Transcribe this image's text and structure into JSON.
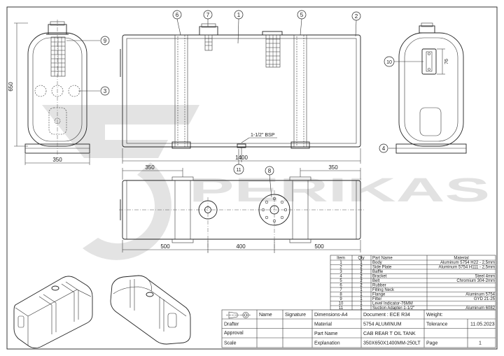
{
  "watermark": {
    "brand": "PERIKAS"
  },
  "balloons": [
    "1",
    "2",
    "3",
    "4",
    "5",
    "6",
    "7",
    "8",
    "9",
    "10",
    "11"
  ],
  "dimensions": {
    "front_height": "650",
    "front_width": "350",
    "side_length": "1400",
    "side_bsp": "1-1/2\" BSP",
    "indicator_height": "76",
    "top_left_offset": "350",
    "top_right_offset": "350",
    "top_left_end": "500",
    "top_center": "400",
    "top_right_end": "500"
  },
  "parts_table": {
    "headers": {
      "item": "Item",
      "qty": "Qty",
      "part_name": "Part Name",
      "material": "Material"
    },
    "rows": [
      {
        "item": "1",
        "qty": "1",
        "part": "Body",
        "material": "Aluminum 5754 H22 - 2,5mm"
      },
      {
        "item": "2",
        "qty": "2",
        "part": "Side Plate",
        "material": "Aluminum 5754 H111 - 2,5mm"
      },
      {
        "item": "3",
        "qty": "2",
        "part": "Baffle",
        "material": ""
      },
      {
        "item": "4",
        "qty": "2",
        "part": "Bracket",
        "material": "Steel 4mm"
      },
      {
        "item": "5",
        "qty": "2",
        "part": "Belt",
        "material": "Chromium 304-2mm"
      },
      {
        "item": "6",
        "qty": "2",
        "part": "Rubber",
        "material": ""
      },
      {
        "item": "7",
        "qty": "1",
        "part": "Filling Neck",
        "material": ""
      },
      {
        "item": "8",
        "qty": "1",
        "part": "Flange",
        "material": "Aluminum 5754"
      },
      {
        "item": "9",
        "qty": "1",
        "part": "Filter",
        "material": "GYD 21-25"
      },
      {
        "item": "10",
        "qty": "1",
        "part": "Level Indicator-76MM",
        "material": ""
      },
      {
        "item": "11",
        "qty": "1",
        "part": "Suction Adapter-1-1/2\"",
        "material": "Aluminum 6082"
      }
    ]
  },
  "title_block": {
    "name_label": "Name",
    "signature_label": "Signature",
    "dimensions_label": "Dimensions-A4",
    "document_label": "Document : ECE R34",
    "weight_label": "Weight:",
    "drafter_label": "Drafter",
    "approval_label": "Approval",
    "scale_label": "Scale",
    "material_label": "Material",
    "material_value": "5754 ALUMINUM",
    "partname_label": "Part Name",
    "partname_value": "CAB REAR T OIL TANK",
    "explanation_label": "Explanation",
    "explanation_value": "350X650X1400MM-250LT",
    "tolerance_label": "Tolerance",
    "date_value": "11.05.2023",
    "page_label": "Page",
    "page_value": "1"
  }
}
